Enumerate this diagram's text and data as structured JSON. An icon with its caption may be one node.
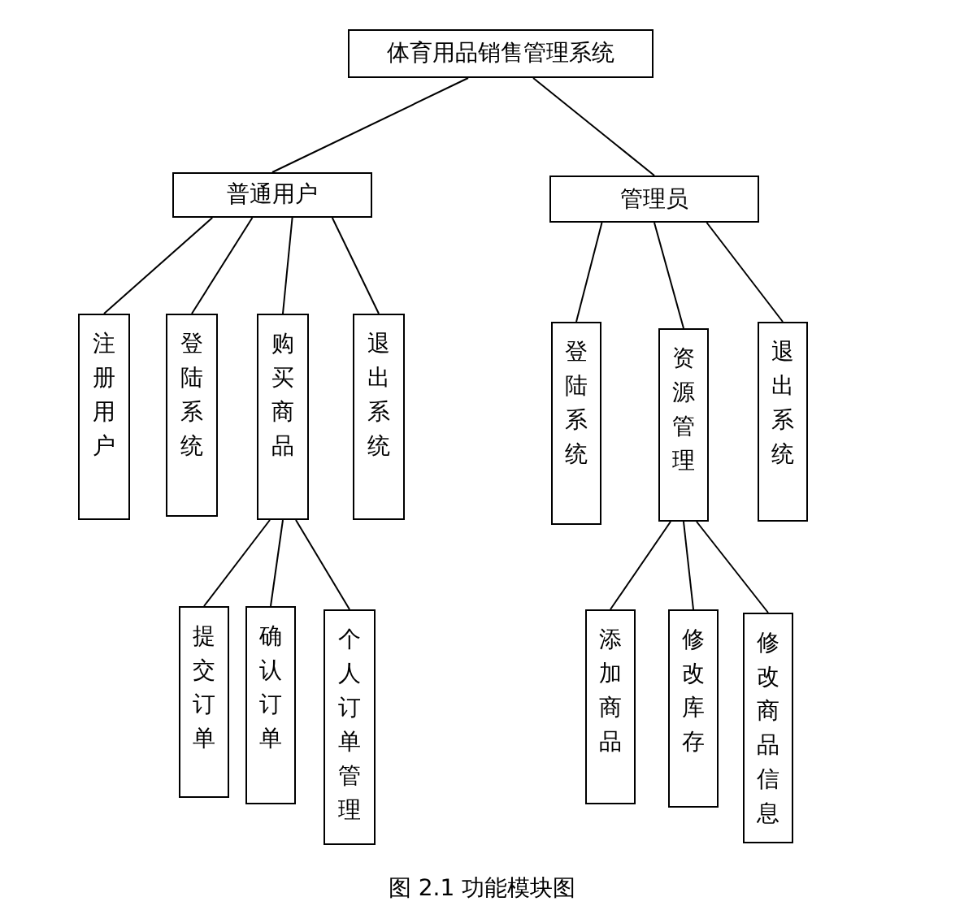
{
  "diagram": {
    "caption": "图 2.1 功能模块图",
    "nodes": [
      {
        "text": [
          "体育用品销售管理系统"
        ]
      },
      {
        "text": [
          "普通用户"
        ]
      },
      {
        "text": [
          "管理员"
        ]
      },
      {
        "text": [
          "注册用户"
        ]
      },
      {
        "text": [
          "登陆系统"
        ]
      },
      {
        "text": [
          "购买商品"
        ]
      },
      {
        "text": [
          "退出系统"
        ]
      },
      {
        "text": [
          "登陆系统"
        ]
      },
      {
        "text": [
          "资源管理"
        ]
      },
      {
        "text": [
          "退出系统"
        ]
      },
      {
        "text": [
          "提交订单"
        ]
      },
      {
        "text": [
          "确认订单"
        ]
      },
      {
        "text": [
          "个人订单管理"
        ]
      },
      {
        "text": [
          "添加商品"
        ]
      },
      {
        "text": [
          "修改库存"
        ]
      },
      {
        "text": [
          "修改商品信息"
        ]
      }
    ],
    "edges": [
      {
        "from": 0,
        "to": 1,
        "arrow": "none"
      },
      {
        "from": 0,
        "to": 2,
        "arrow": "none"
      },
      {
        "from": 1,
        "to": 3,
        "arrow": "none"
      },
      {
        "from": 1,
        "to": 4,
        "arrow": "none"
      },
      {
        "from": 1,
        "to": 5,
        "arrow": "none"
      },
      {
        "from": 1,
        "to": 6,
        "arrow": "none"
      },
      {
        "from": 2,
        "to": 7,
        "arrow": "none"
      },
      {
        "from": 2,
        "to": 8,
        "arrow": "none"
      },
      {
        "from": 2,
        "to": 9,
        "arrow": "none"
      },
      {
        "from": 5,
        "to": 10,
        "arrow": "none"
      },
      {
        "from": 5,
        "to": 11,
        "arrow": "none"
      },
      {
        "from": 5,
        "to": 12,
        "arrow": "none"
      },
      {
        "from": 8,
        "to": 13,
        "arrow": "none"
      },
      {
        "from": 8,
        "to": 14,
        "arrow": "none"
      },
      {
        "from": 8,
        "to": 15,
        "arrow": "none"
      }
    ]
  }
}
